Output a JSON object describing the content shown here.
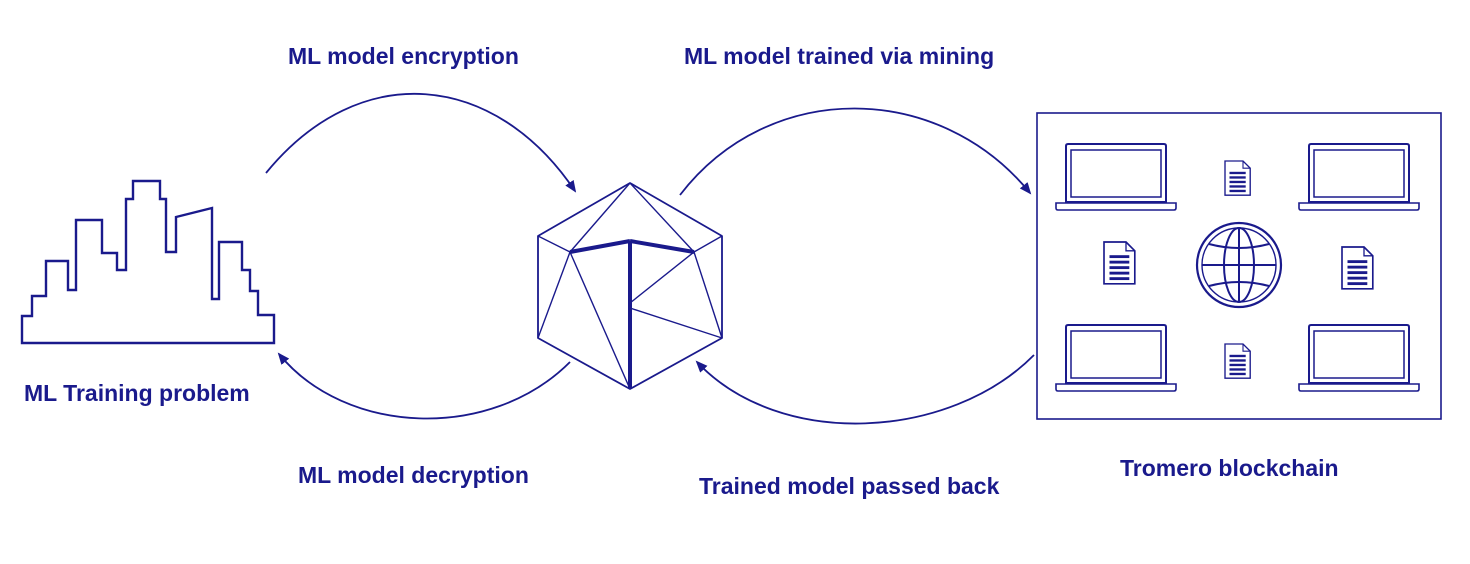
{
  "colors": {
    "ink": "#1a1a8c"
  },
  "nodes": {
    "training_problem": {
      "label": "ML Training problem",
      "icon": "city-skyline-icon"
    },
    "tromero_core": {
      "icon": "tromero-icosahedron-logo"
    },
    "blockchain": {
      "label": "Tromero blockchain",
      "icons": [
        "laptop-icon",
        "document-icon",
        "globe-icon"
      ]
    }
  },
  "edges": {
    "encryption": {
      "label": "ML model encryption",
      "from": "training_problem",
      "to": "tromero_core"
    },
    "trained_via_mining": {
      "label": "ML model trained via mining",
      "from": "tromero_core",
      "to": "blockchain"
    },
    "passed_back": {
      "label": "Trained model passed back",
      "from": "blockchain",
      "to": "tromero_core"
    },
    "decryption": {
      "label": "ML model decryption",
      "from": "tromero_core",
      "to": "training_problem"
    }
  }
}
